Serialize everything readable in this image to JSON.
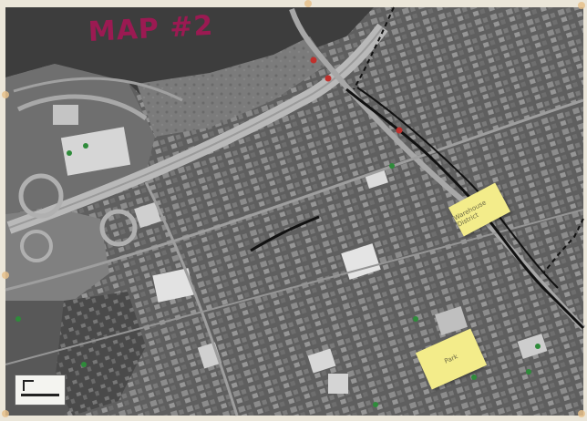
{
  "title": "MAP #2",
  "notes": [
    {
      "text": "Warehouse District"
    },
    {
      "text": "Park"
    }
  ],
  "colors": {
    "title": "#9b1a52",
    "route_line": "#111111",
    "marker_red": "#c0302c",
    "marker_green": "#2e8b3a",
    "note": "#f3ec8a"
  }
}
